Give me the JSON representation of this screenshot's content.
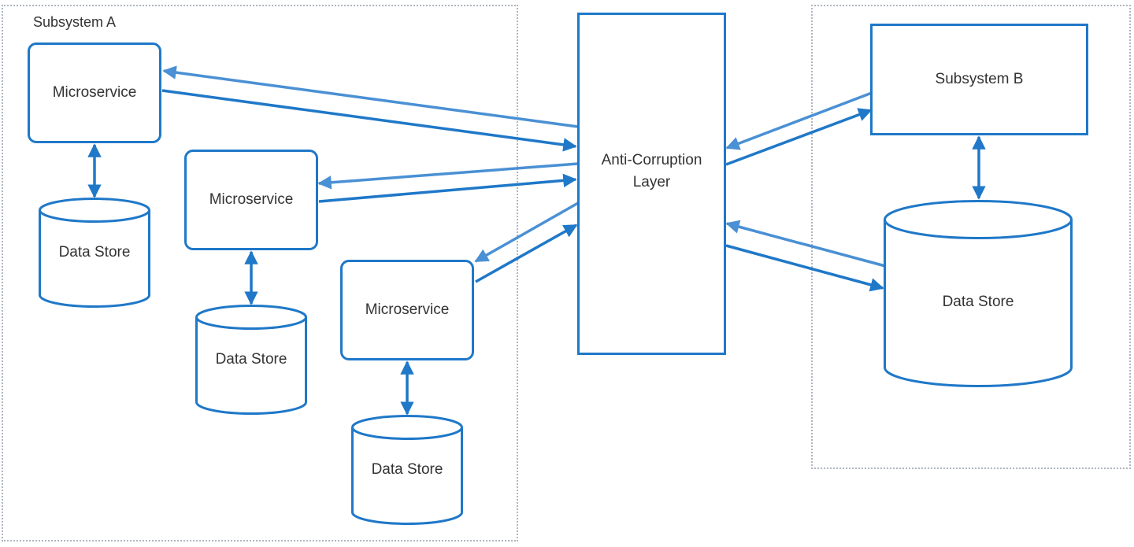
{
  "colors": {
    "accent": "#1f78c8",
    "accent_light": "#4a90d4",
    "region_border": "#aeb6bf",
    "text": "#333333"
  },
  "subsystem_a": {
    "label": "Subsystem A",
    "microservices": [
      {
        "label": "Microservice",
        "data_store": "Data Store"
      },
      {
        "label": "Microservice",
        "data_store": "Data Store"
      },
      {
        "label": "Microservice",
        "data_store": "Data Store"
      }
    ]
  },
  "anti_corruption_layer": {
    "line1": "Anti-Corruption",
    "line2": "Layer"
  },
  "subsystem_b": {
    "label": "Subsystem B",
    "data_store": "Data Store"
  }
}
